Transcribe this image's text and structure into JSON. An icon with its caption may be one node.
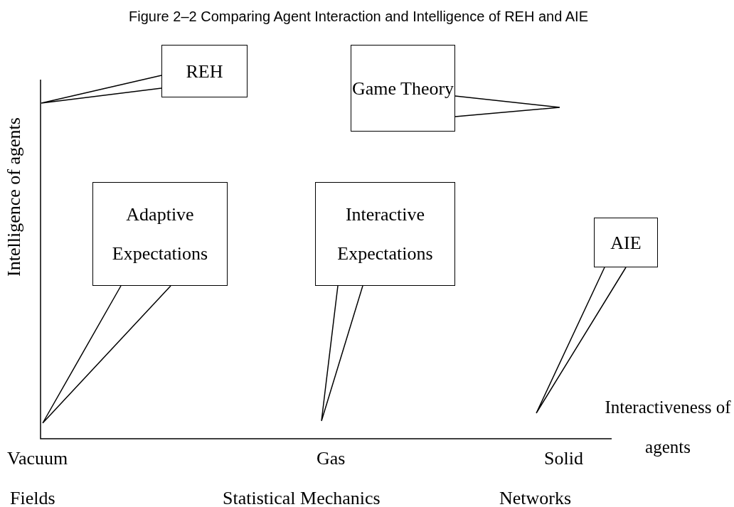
{
  "diagram": {
    "title": "Figure 2–2 Comparing Agent Interaction and Intelligence of REH and AIE",
    "nodes": [
      {
        "text": [
          "REH"
        ]
      },
      {
        "text": [
          "Game Theory"
        ]
      },
      {
        "text": [
          "Adaptive Expectations"
        ]
      },
      {
        "text": [
          "Interactive Expectations"
        ]
      },
      {
        "text": [
          "AIE"
        ]
      }
    ],
    "edges": [
      {
        "from": 0,
        "to": null,
        "arrow": "none"
      },
      {
        "from": 1,
        "to": null,
        "arrow": "none"
      },
      {
        "from": 2,
        "to": null,
        "arrow": "none"
      },
      {
        "from": 3,
        "to": null,
        "arrow": "none"
      },
      {
        "from": 4,
        "to": null,
        "arrow": "none"
      }
    ],
    "labels": [
      "Intelligence of agents",
      "Interactiveness of agents",
      "Vacuum",
      "Gas",
      "Solid",
      "Fields",
      "Statistical Mechanics",
      "Networks"
    ]
  }
}
